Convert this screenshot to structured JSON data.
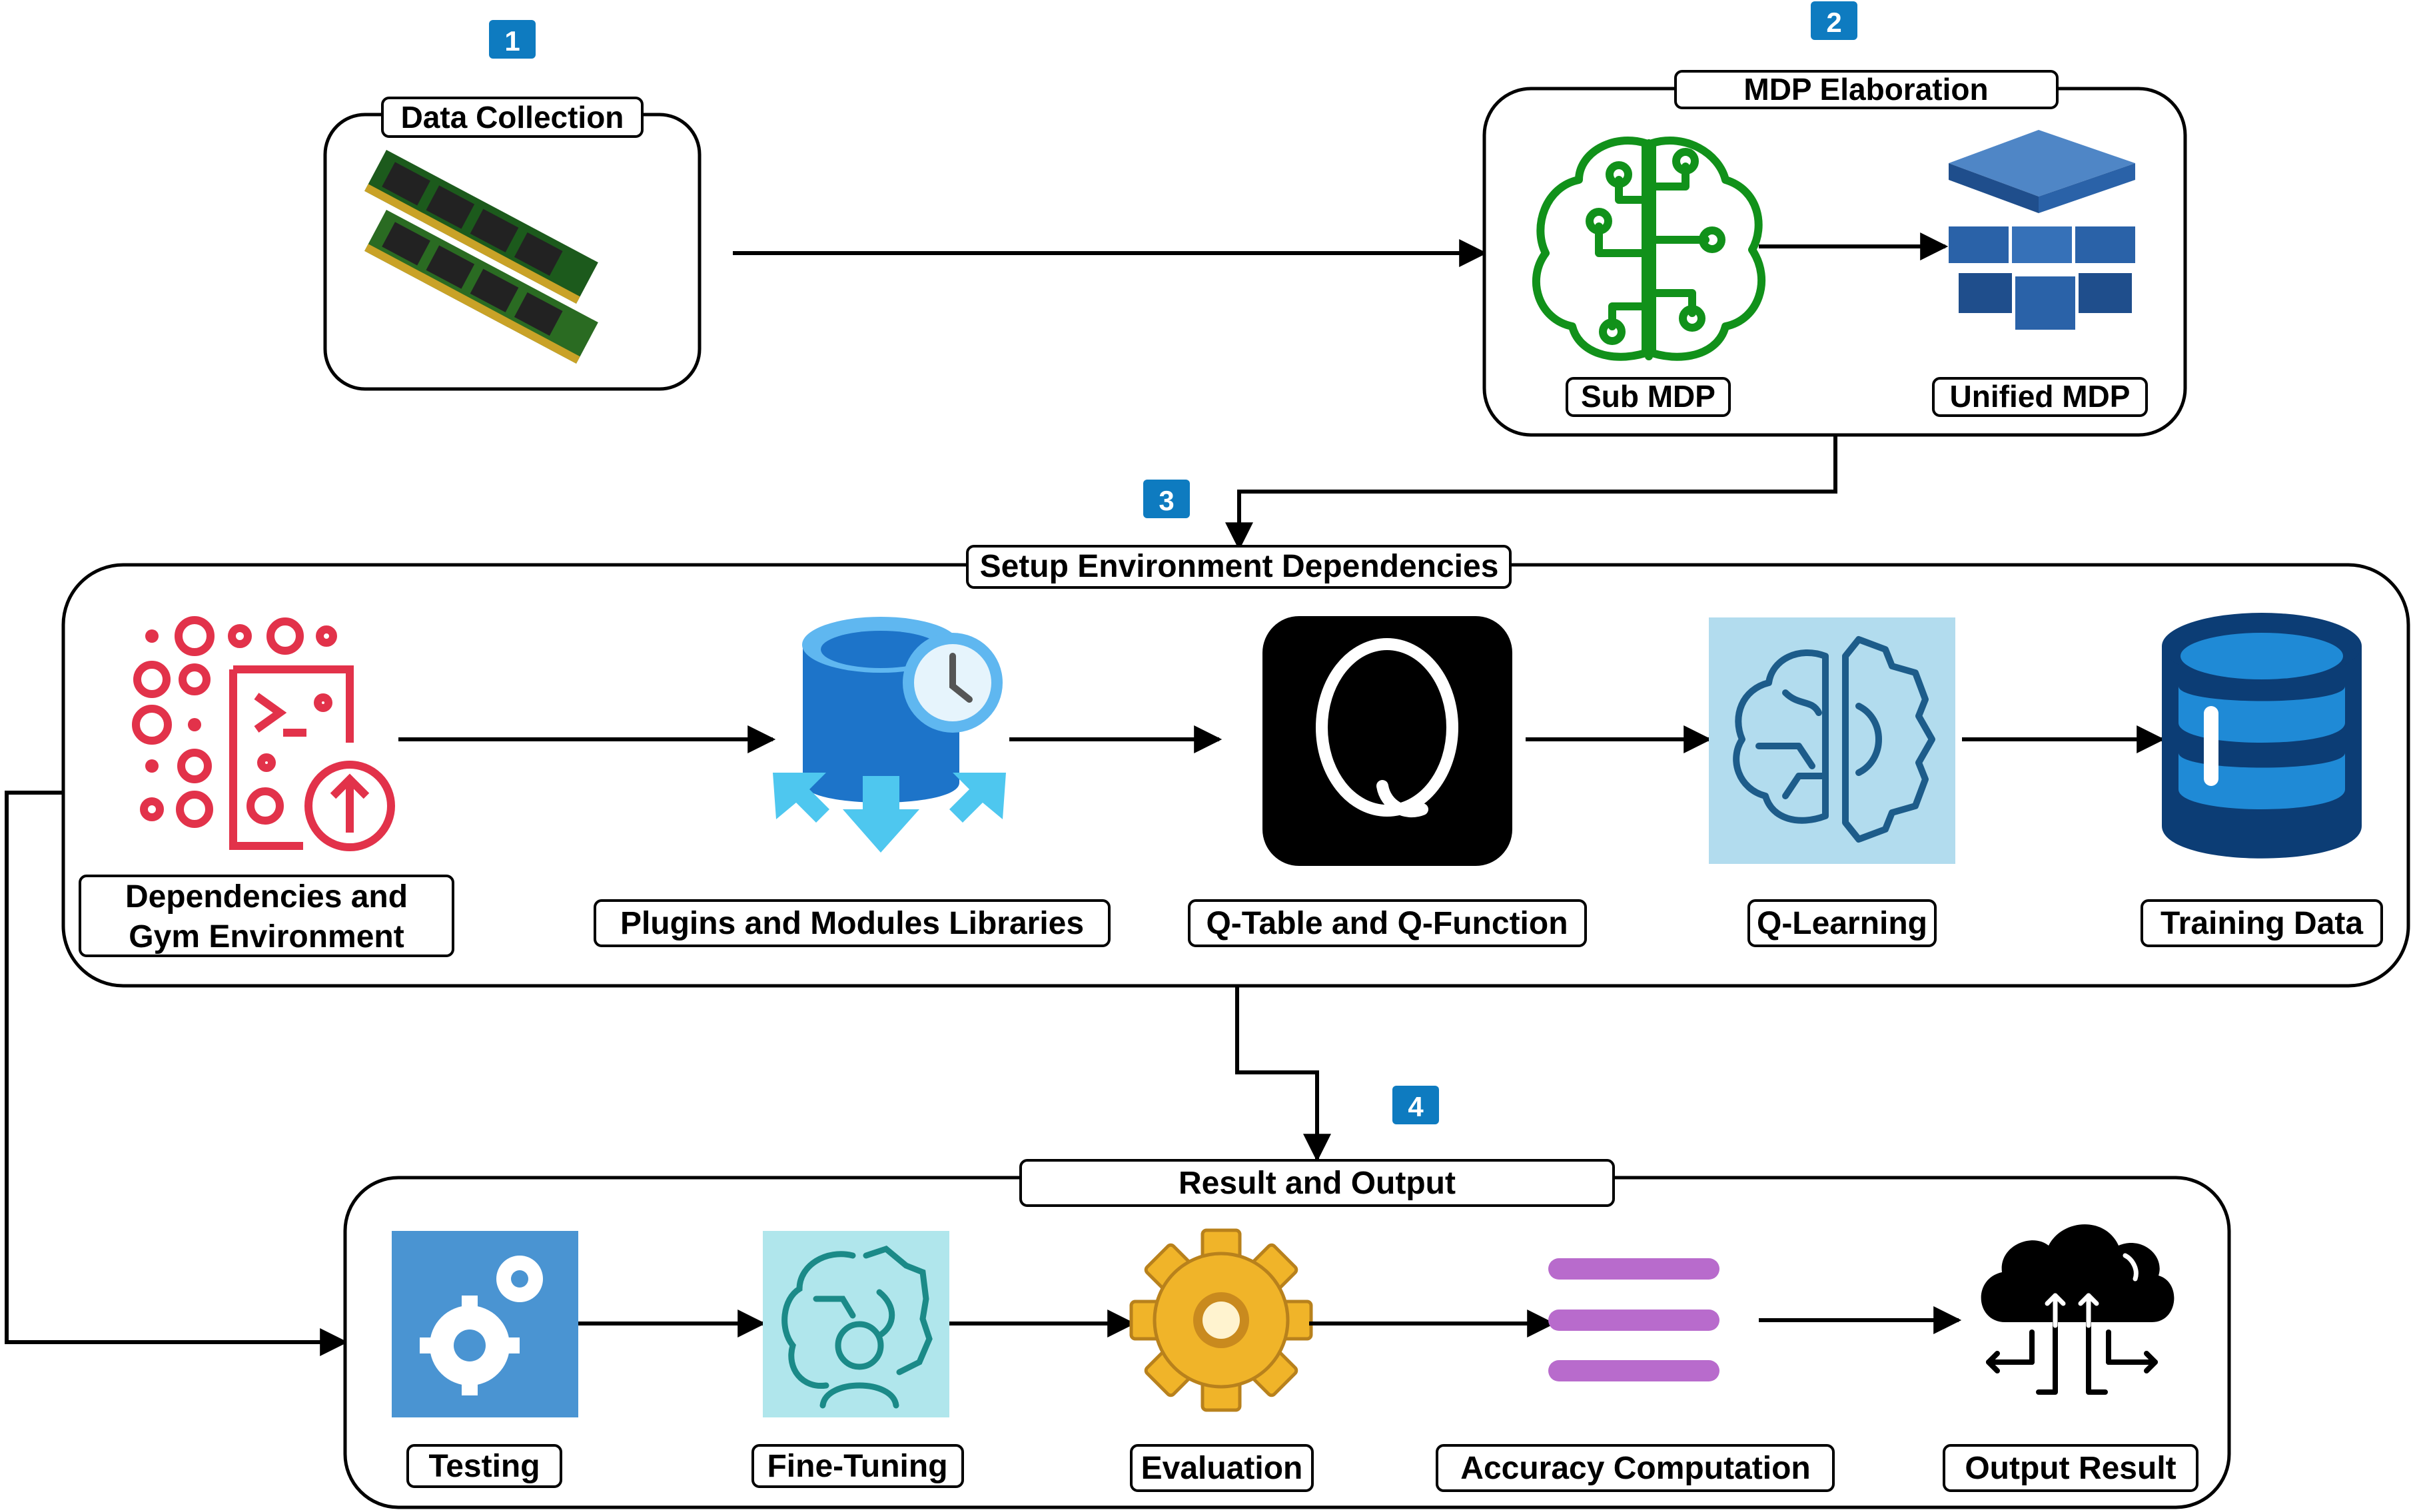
{
  "steps": [
    "1",
    "2",
    "3",
    "4"
  ],
  "sections": {
    "data_collection": "Data Collection",
    "mdp_elaboration": "MDP Elaboration",
    "setup_env": "Setup Environment Dependencies",
    "result_output": "Result and Output"
  },
  "mdp": {
    "sub": "Sub MDP",
    "unified": "Unified MDP"
  },
  "env": {
    "deps_line1": "Dependencies and",
    "deps_line2": "Gym Environment",
    "plugins": "Plugins and Modules Libraries",
    "qtable": "Q-Table and Q-Function",
    "qlearning": "Q-Learning",
    "training": "Training Data"
  },
  "result": {
    "testing": "Testing",
    "finetuning": "Fine-Tuning",
    "evaluation": "Evaluation",
    "accuracy": "Accuracy Computation",
    "output": "Output Result"
  },
  "colors": {
    "step_badge": "#0e7bc0",
    "brain_green": "#11911a",
    "cube_blue": "#2a62a8",
    "deps_red": "#e2324a",
    "plugin_blue": "#1d74c9",
    "qlearn_bg": "#b2dcee",
    "qlearn_line": "#1d5c8a",
    "db_navy": "#0c3d75",
    "db_blue": "#1f8ad6",
    "testing_bg": "#4a94d2",
    "finetune_bg": "#b0e6ec",
    "finetune_line": "#1b8a88",
    "gear_gold": "#f0b429",
    "accuracy_purple": "#b86bcc"
  }
}
